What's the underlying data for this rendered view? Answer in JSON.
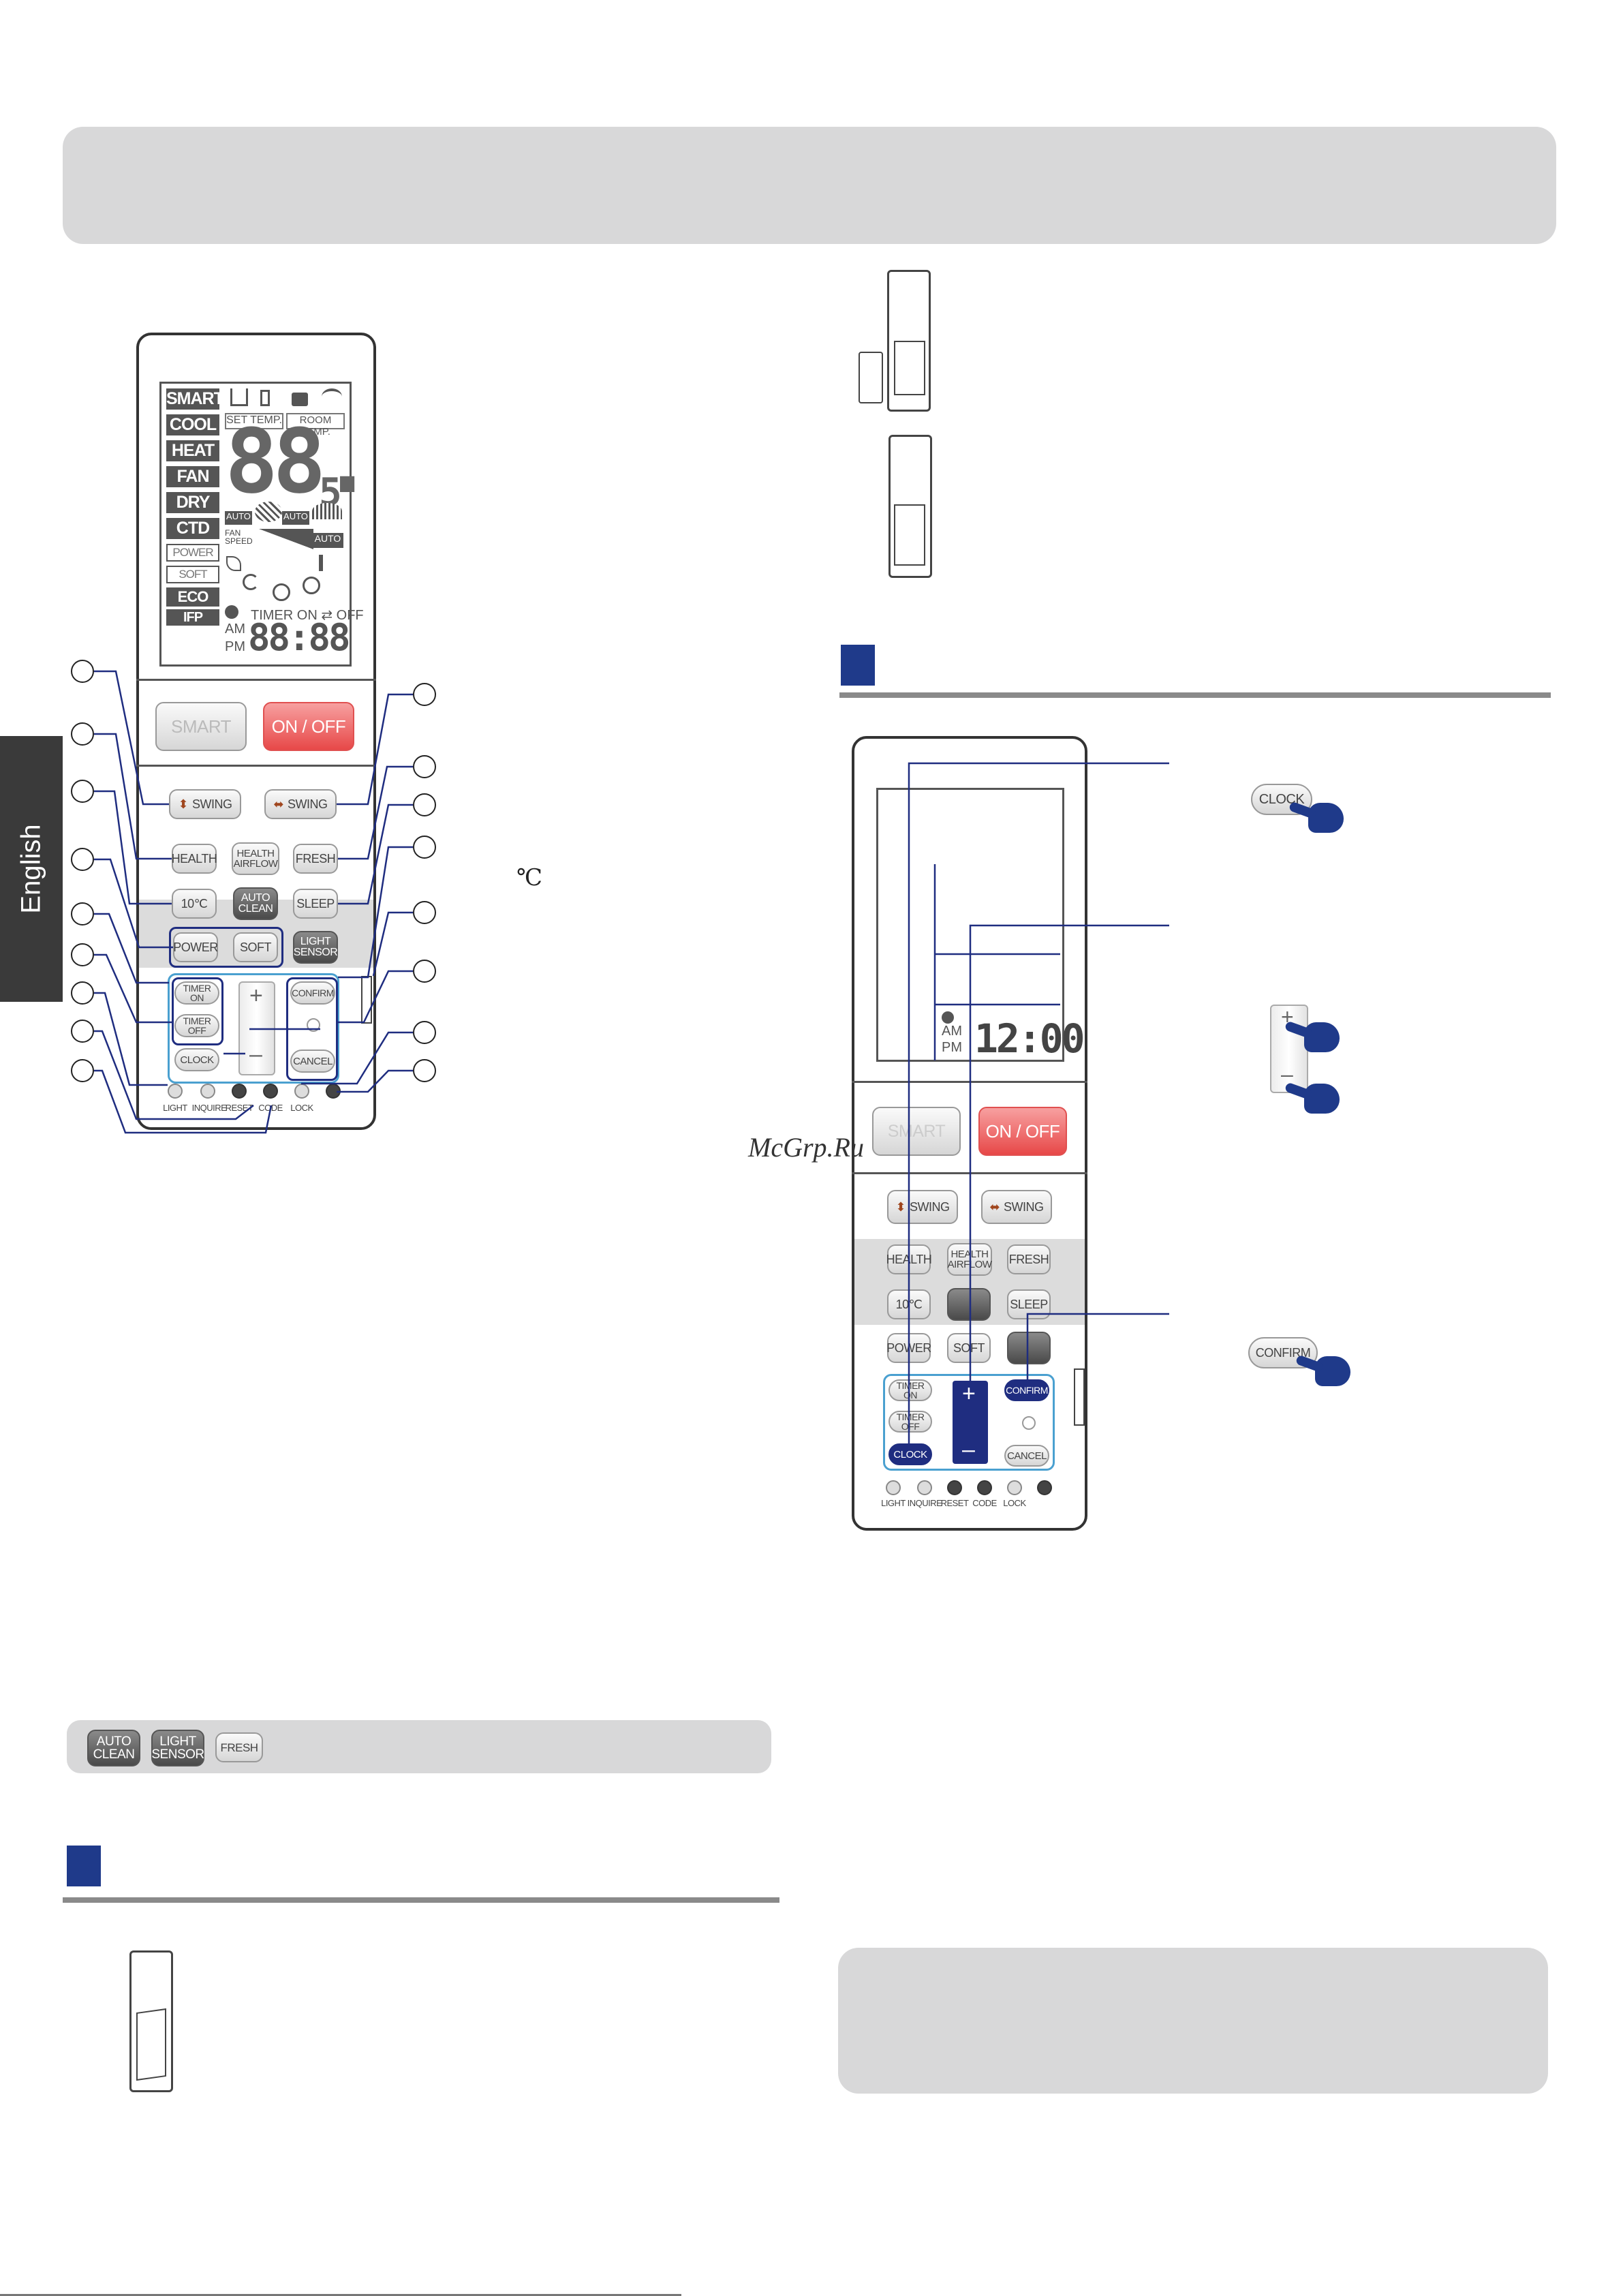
{
  "side_tab": {
    "label": "English"
  },
  "big_remote": {
    "lcd": {
      "modes": [
        "SMART",
        "COOL",
        "HEAT",
        "FAN",
        "DRY",
        "CTD"
      ],
      "power": "POWER",
      "soft": "SOFT",
      "eco": "ECO",
      "ifp": "IFP",
      "set_temp": "SET TEMP.",
      "room_temp": "ROOM TEMP.",
      "auto_a": "AUTO",
      "auto_b": "AUTO",
      "auto_c": "AUTO",
      "fan_speed": "FAN SPEED",
      "big_digits": "88.",
      "small_digit": "5",
      "timer": "TIMER ON ⇄ OFF",
      "am": "AM",
      "pm": "PM",
      "clock_digits": "88:88"
    },
    "buttons": {
      "smart": "SMART",
      "onoff": "ON / OFF",
      "swing_v": "SWING",
      "swing_h": "SWING",
      "health": "HEALTH",
      "health_airflow": "HEALTH AIRFLOW",
      "fresh": "FRESH",
      "ten_c": "10℃",
      "auto_clean": "AUTO CLEAN",
      "sleep": "SLEEP",
      "power": "POWER",
      "soft": "SOFT",
      "light_sensor": "LIGHT SENSOR",
      "timer_on": "TIMER ON",
      "timer_off": "TIMER OFF",
      "clock": "CLOCK",
      "plus": "+",
      "minus": "–",
      "confirm": "CONFIRM",
      "cancel": "CANCEL"
    },
    "dots": [
      "LIGHT",
      "INQUIRE",
      "RESET",
      "CODE",
      "LOCK"
    ]
  },
  "celsius_symbol": "℃",
  "note_strip": {
    "auto_clean": "AUTO CLEAN",
    "light_sensor": "LIGHT SENSOR",
    "fresh": "FRESH"
  },
  "clock_remote": {
    "am": "AM",
    "pm": "PM",
    "time": "12:00",
    "smart": "SMART",
    "onoff": "ON / OFF",
    "swing_v": "SWING",
    "swing_h": "SWING",
    "health": "HEALTH",
    "health_airflow": "HEALTH AIRFLOW",
    "fresh": "FRESH",
    "ten_c": "10℃",
    "sleep": "SLEEP",
    "power": "POWER",
    "soft": "SOFT",
    "timer_on": "TIMER ON",
    "timer_off": "TIMER OFF",
    "clock": "CLOCK",
    "plus": "+",
    "minus": "–",
    "confirm": "CONFIRM",
    "cancel": "CANCEL",
    "dots": [
      "LIGHT",
      "INQUIRE",
      "RESET",
      "CODE",
      "LOCK"
    ]
  },
  "step_buttons": {
    "clock": "CLOCK",
    "plus": "+",
    "minus": "–",
    "confirm": "CONFIRM"
  },
  "watermark": "McGrp.Ru",
  "colors": {
    "accent_navy": "#1f2d80",
    "onoff_red": "#e74848",
    "band_gray": "#d8d8d9"
  }
}
